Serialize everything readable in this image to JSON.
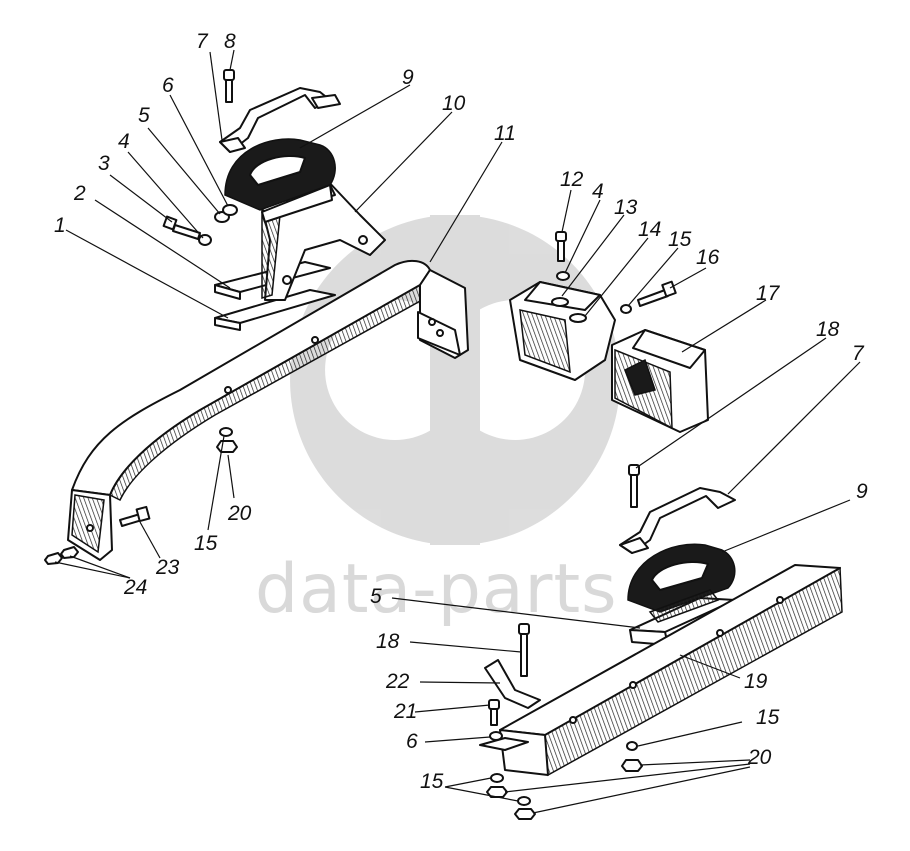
{
  "watermark": {
    "text": "data-parts",
    "color": "#d9d9d9"
  },
  "labels": {
    "l1": "1",
    "l2": "2",
    "l3": "3",
    "l4a": "4",
    "l4b": "4",
    "l5a": "5",
    "l5b": "5",
    "l6a": "6",
    "l6b": "6",
    "l7a": "7",
    "l7b": "7",
    "l8": "8",
    "l9a": "9",
    "l9b": "9",
    "l10": "10",
    "l11": "11",
    "l12": "12",
    "l13": "13",
    "l14": "14",
    "l15a": "15",
    "l15b": "15",
    "l15c": "15",
    "l15d": "15",
    "l16": "16",
    "l17": "17",
    "l18a": "18",
    "l18b": "18",
    "l19": "19",
    "l20a": "20",
    "l20b": "20",
    "l21": "21",
    "l22": "22",
    "l23": "23",
    "l24": "24"
  }
}
